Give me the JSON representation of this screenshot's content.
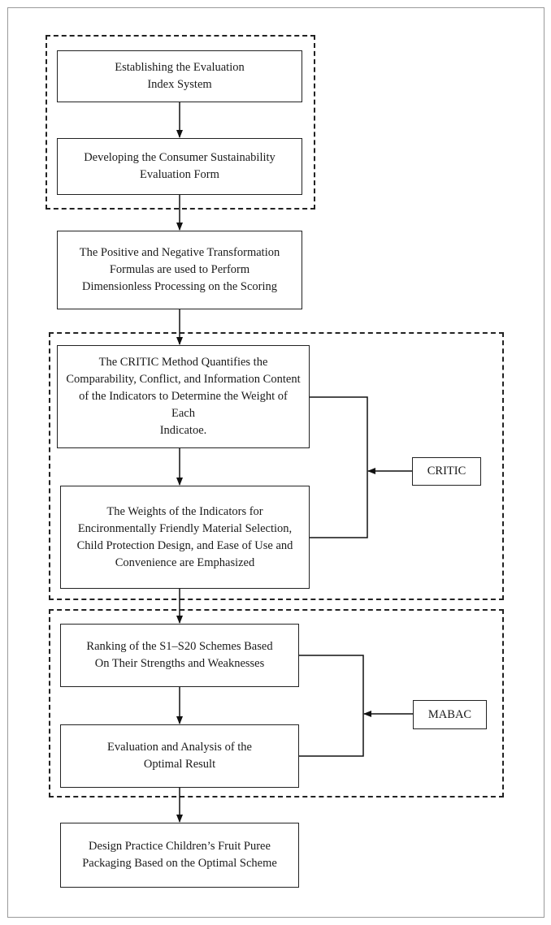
{
  "boxes": {
    "establish": "Establishing the Evaluation\nIndex System",
    "develop": "Developing the Consumer Sustainability\nEvaluation Form",
    "transform": "The Positive and Negative Transformation\nFormulas are used to Perform\nDimensionless Processing on the Scoring",
    "critic_method": "The CRITIC Method Quantifies the\nComparability, Conflict, and Information Content\nof the Indicators to Determine the Weight of Each\nIndicatoe.",
    "weights": "The Weights of the Indicators for\nEncironmentally Friendly Material Selection,\nChild Protection Design, and Ease of Use and\nConvenience are Emphasized",
    "ranking": "Ranking of the S1–S20 Schemes Based\nOn Their Strengths and Weaknesses",
    "evaluation": "Evaluation and Analysis of the\nOptimal Result",
    "design": "Design Practice Children’s Fruit Puree\nPackaging Based on the Optimal Scheme"
  },
  "side_labels": {
    "critic": "CRITIC",
    "mabac": "MABAC"
  }
}
